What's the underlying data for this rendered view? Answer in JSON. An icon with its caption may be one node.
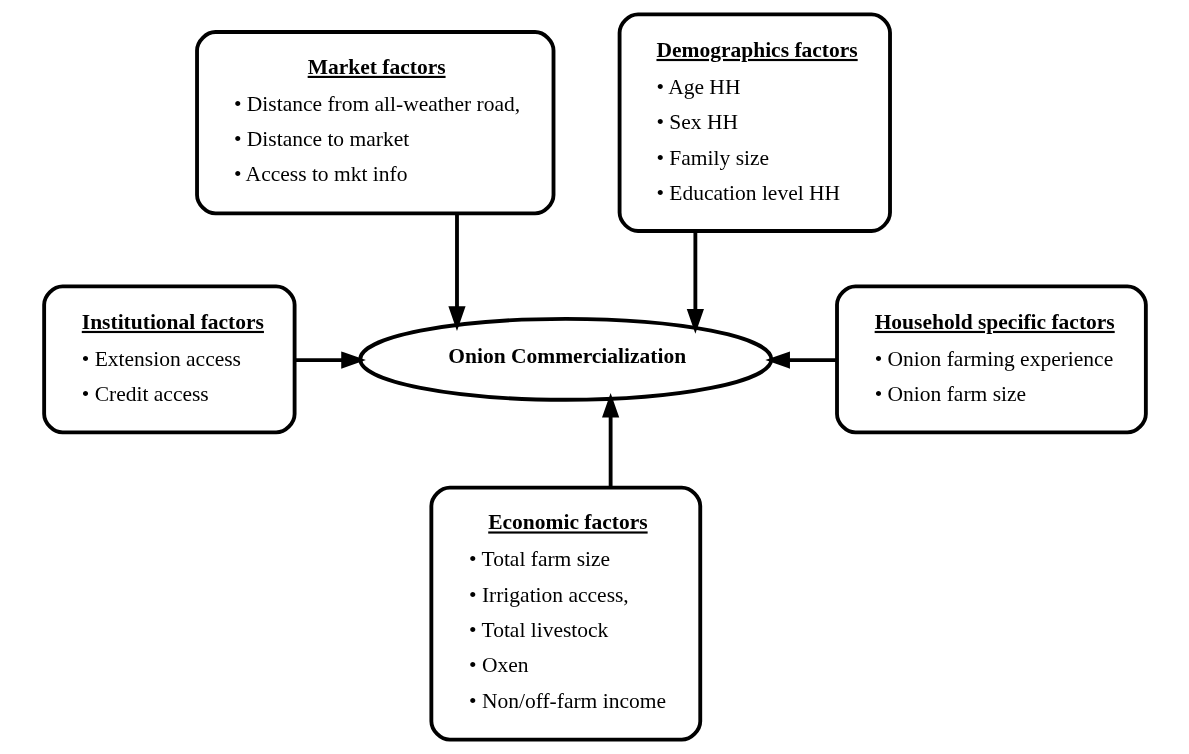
{
  "diagram": {
    "nodes": [
      {
        "text": [
          "Market factors",
          "• Distance from all-weather road,",
          "• Distance to market",
          "• Access to mkt info"
        ]
      },
      {
        "text": [
          "Demographics factors",
          "• Age HH",
          "• Sex HH",
          "• Family size",
          "• Education level HH"
        ]
      },
      {
        "text": [
          "Onion Commercialization"
        ]
      },
      {
        "text": [
          "Institutional factors",
          "• Extension access",
          "• Credit access"
        ]
      },
      {
        "text": [
          "Household specific factors",
          "• Onion farming experience",
          "• Onion farm size"
        ]
      },
      {
        "text": [
          "Economic factors",
          "• Total farm size",
          "• Irrigation access,",
          "• Total livestock",
          "• Oxen",
          "• Non/off-farm income"
        ]
      }
    ],
    "edges": [
      {
        "from": 0,
        "to": 2,
        "arrow": "to"
      },
      {
        "from": 1,
        "to": 2,
        "arrow": "to"
      },
      {
        "from": 3,
        "to": 2,
        "arrow": "to"
      },
      {
        "from": 5,
        "to": 2,
        "arrow": "to"
      },
      {
        "from": 4,
        "to": 2,
        "arrow": "to"
      }
    ]
  }
}
